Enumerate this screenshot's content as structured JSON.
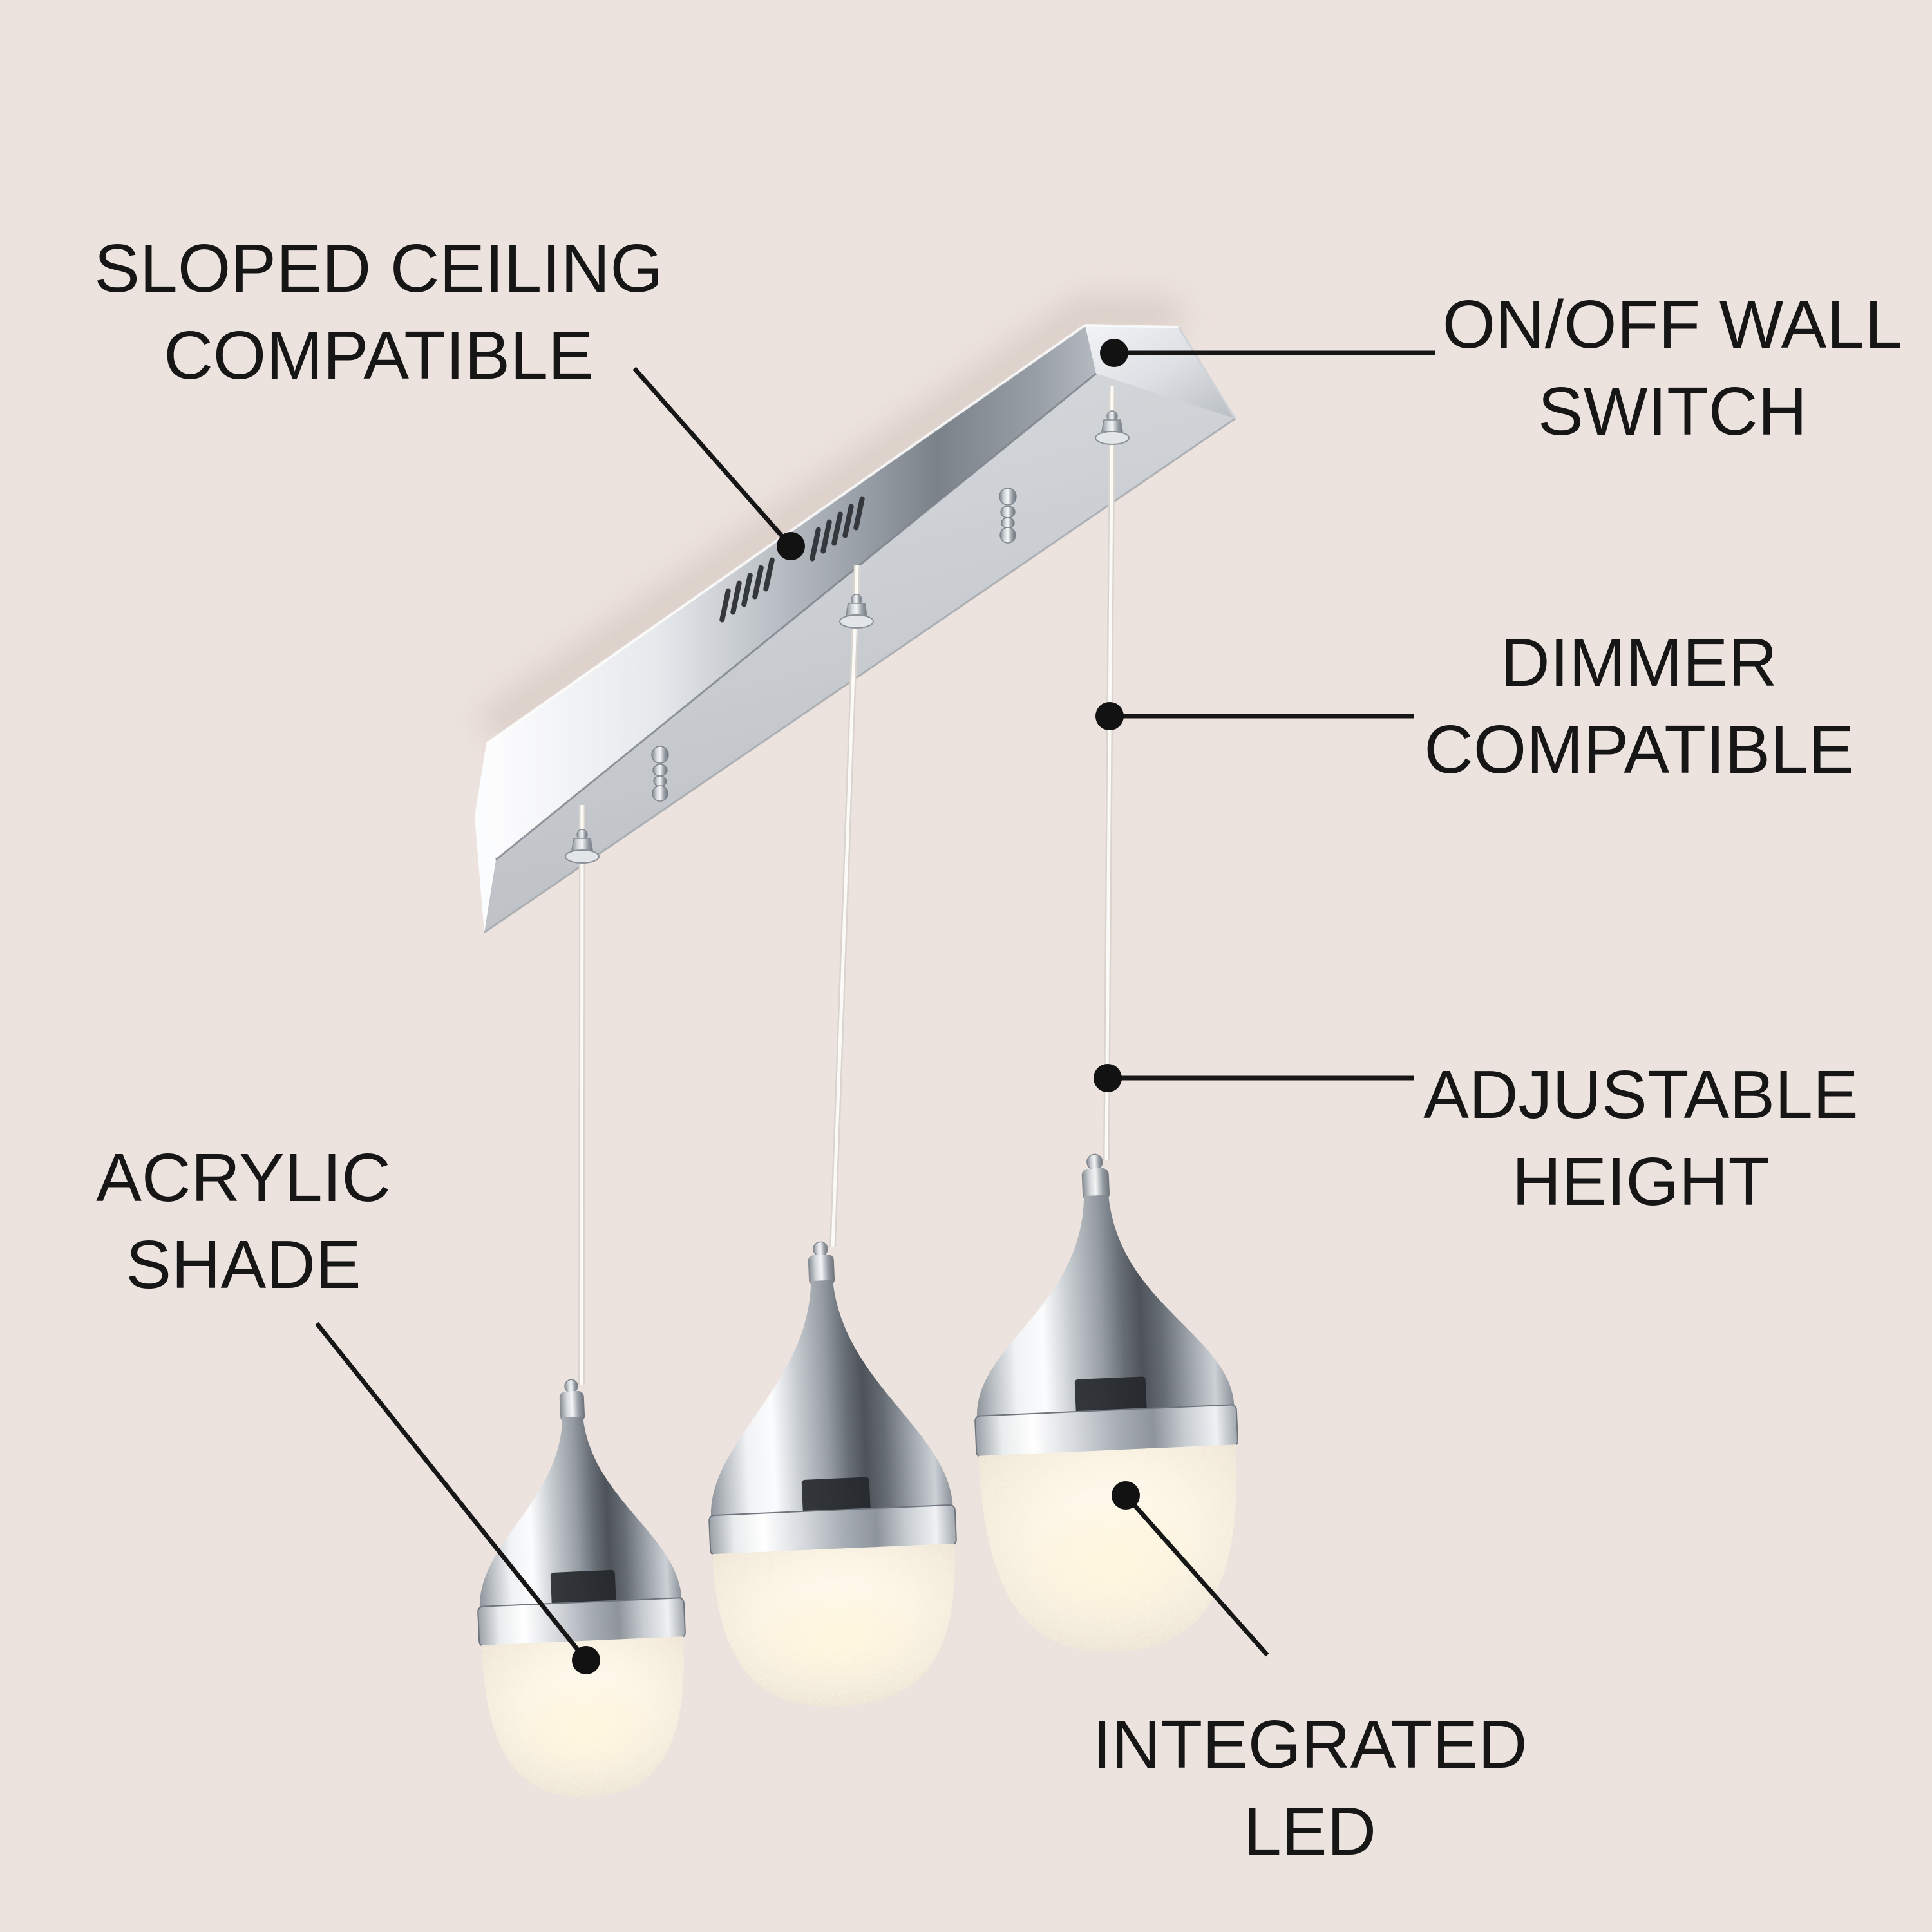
{
  "page": {
    "background_color": "#ede3de",
    "text_color": "#161616",
    "leader_line_color": "#161616",
    "chrome_light": "#f4f6f8",
    "chrome_mid": "#9aa0a7",
    "chrome_dark": "#50555b",
    "glow_color": "#fdf3dd"
  },
  "callouts": {
    "sloped_ceiling": {
      "line1": "SLOPED CEILING",
      "line2": "COMPATIBLE"
    },
    "wall_switch": {
      "line1": "ON/OFF WALL",
      "line2": "SWITCH"
    },
    "dimmer": {
      "line1": "DIMMER",
      "line2": "COMPATIBLE"
    },
    "adjustable": {
      "line1": "ADJUSTABLE",
      "line2": "HEIGHT"
    },
    "acrylic_shade": {
      "line1": "ACRYLIC",
      "line2": "SHADE"
    },
    "integrated_led": {
      "line1": "INTEGRATED",
      "line2": "LED"
    }
  }
}
